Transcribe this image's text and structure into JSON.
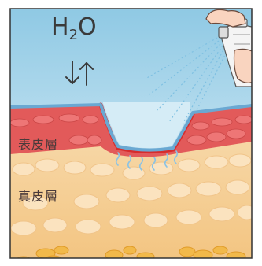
{
  "diagram": {
    "formula": {
      "base": "H",
      "subscript": "2",
      "tail": "O"
    },
    "layers": {
      "epidermis": "表皮層",
      "dermis": "真皮層"
    },
    "colors": {
      "sky_top": "#8fc9e4",
      "sky_bottom": "#e3f2f9",
      "water_film": "#6aa8d2",
      "epidermis": "#e25a5a",
      "epidermis_light": "#f08080",
      "wound_edge": "#d62c2c",
      "dermis": "#f6cf98",
      "dermis_light": "#fbe3bf",
      "fat_cells": "#f2b94a",
      "frame_border": "#333333"
    },
    "icons": [
      "evaporation-arrows-icon",
      "spray-bottle-icon",
      "hand-icon",
      "spray-mist-icon"
    ]
  }
}
